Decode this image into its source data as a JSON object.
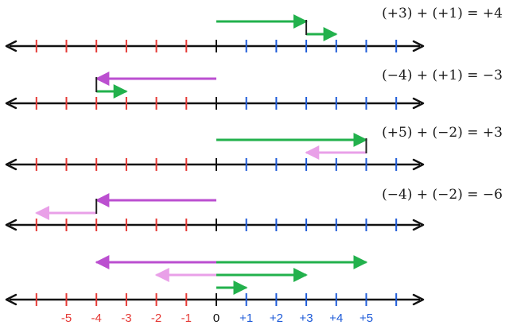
{
  "colors": {
    "axis": "#111111",
    "negative_tick": "#e53935",
    "positive_tick": "#1e5bd8",
    "zero_tick": "#111111",
    "green": "#22b14c",
    "purple": "#bb4fd0",
    "pink": "#e9a0e8",
    "negative_label": "#e53935",
    "positive_label": "#1e5bd8",
    "zero_label": "#111111"
  },
  "tick_values": [
    -6,
    -5,
    -4,
    -3,
    -2,
    -1,
    0,
    1,
    2,
    3,
    4,
    5,
    6
  ],
  "axis_labels": [
    {
      "value": -5,
      "text": "-5"
    },
    {
      "value": -4,
      "text": "-4"
    },
    {
      "value": -3,
      "text": "-3"
    },
    {
      "value": -2,
      "text": "-2"
    },
    {
      "value": -1,
      "text": "-1"
    },
    {
      "value": 0,
      "text": "0"
    },
    {
      "value": 1,
      "text": "+1"
    },
    {
      "value": 2,
      "text": "+2"
    },
    {
      "value": 3,
      "text": "+3"
    },
    {
      "value": 4,
      "text": "+4"
    },
    {
      "value": 5,
      "text": "+5"
    }
  ],
  "equations": [
    "(+3) + (+1) = +4",
    "(−4) + (+1) = −3",
    "(+5) + (−2) = +3",
    "(−4) + (−2) = −6"
  ],
  "rows": [
    {
      "arrows": [
        {
          "from": 0,
          "to": 3,
          "color": "green",
          "level": 2
        },
        {
          "from": 3,
          "to": 4,
          "color": "green",
          "level": 1
        }
      ],
      "connector_at": 3
    },
    {
      "arrows": [
        {
          "from": 0,
          "to": -4,
          "color": "purple",
          "level": 2
        },
        {
          "from": -4,
          "to": -3,
          "color": "green",
          "level": 1
        }
      ],
      "connector_at": -4
    },
    {
      "arrows": [
        {
          "from": 0,
          "to": 5,
          "color": "green",
          "level": 2
        },
        {
          "from": 5,
          "to": 3,
          "color": "pink",
          "level": 1
        }
      ],
      "connector_at": 5
    },
    {
      "arrows": [
        {
          "from": 0,
          "to": -4,
          "color": "purple",
          "level": 2
        },
        {
          "from": -4,
          "to": -6,
          "color": "pink",
          "level": 1
        }
      ],
      "connector_at": -4
    },
    {
      "arrows": [
        {
          "from": 0,
          "to": -4,
          "color": "purple",
          "level": 3
        },
        {
          "from": 0,
          "to": 5,
          "color": "green",
          "level": 3
        },
        {
          "from": 0,
          "to": -2,
          "color": "pink",
          "level": 2
        },
        {
          "from": 0,
          "to": 3,
          "color": "green",
          "level": 2
        },
        {
          "from": 0,
          "to": 1,
          "color": "green",
          "level": 1
        }
      ],
      "connector_at": null
    }
  ]
}
